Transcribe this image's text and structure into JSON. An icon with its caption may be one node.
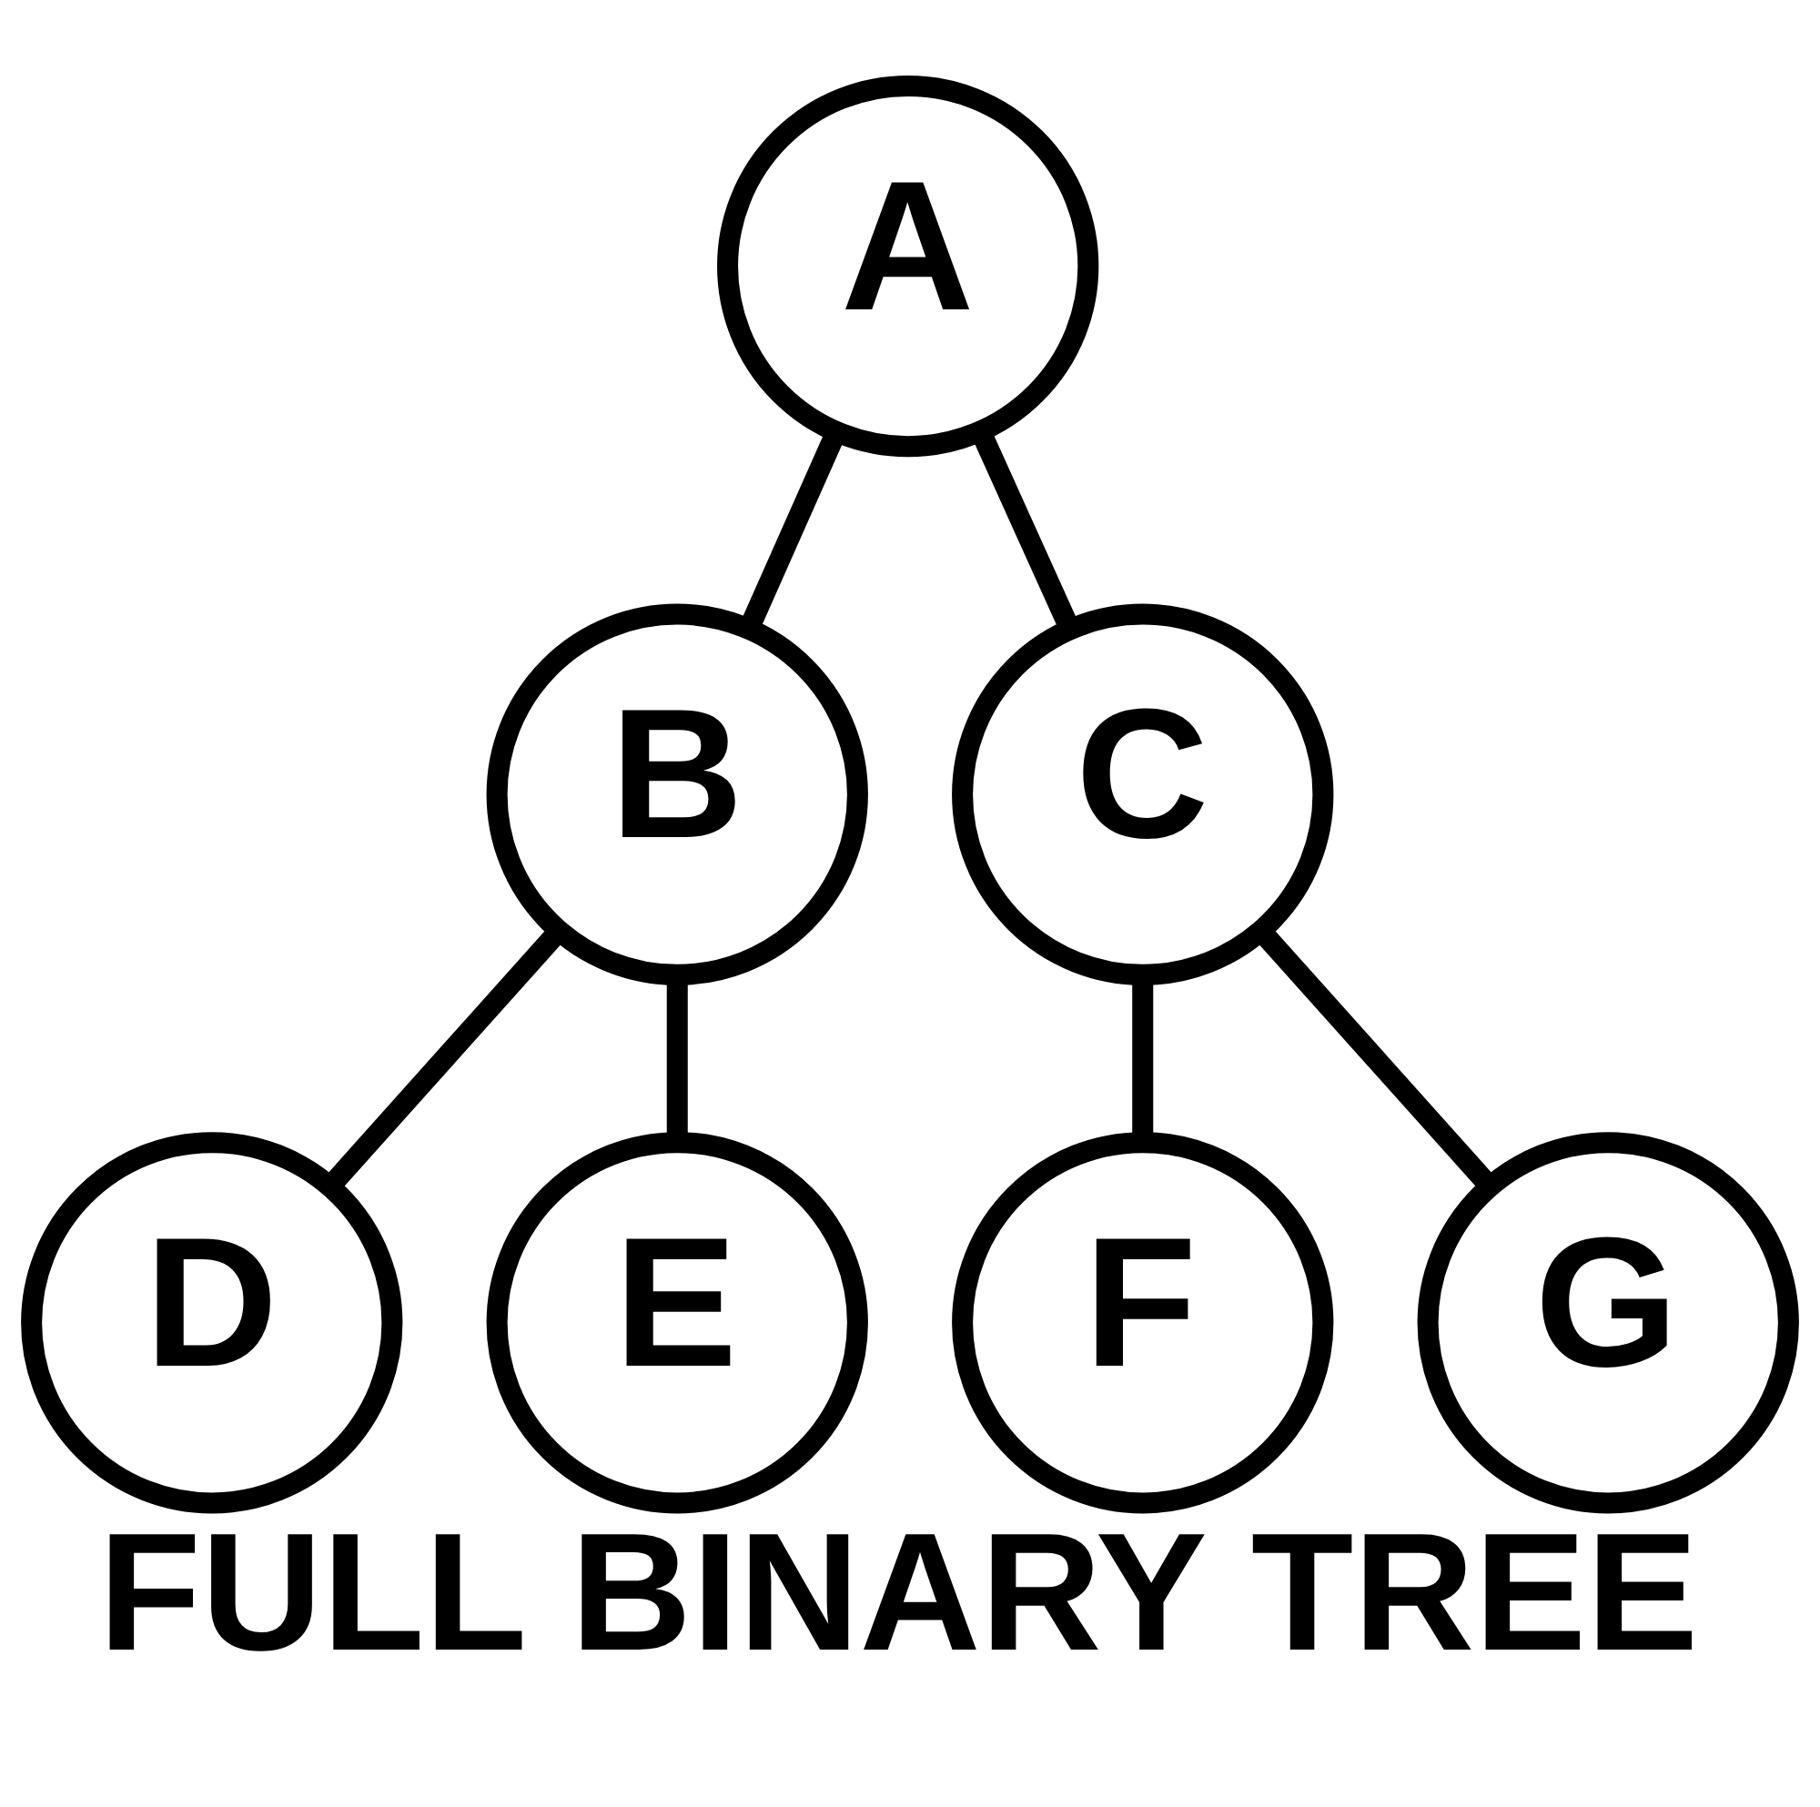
{
  "diagram": {
    "caption": "FULL BINARY TREE",
    "nodes": [
      {
        "text": [
          "A"
        ]
      },
      {
        "text": [
          "B"
        ]
      },
      {
        "text": [
          "C"
        ]
      },
      {
        "text": [
          "D"
        ]
      },
      {
        "text": [
          "E"
        ]
      },
      {
        "text": [
          "F"
        ]
      },
      {
        "text": [
          "G"
        ]
      }
    ],
    "edges": [
      {
        "from": 0,
        "to": 1,
        "arrow": "none"
      },
      {
        "from": 0,
        "to": 2,
        "arrow": "none"
      },
      {
        "from": 1,
        "to": 3,
        "arrow": "none"
      },
      {
        "from": 1,
        "to": 4,
        "arrow": "none"
      },
      {
        "from": 2,
        "to": 5,
        "arrow": "none"
      },
      {
        "from": 2,
        "to": 6,
        "arrow": "none"
      }
    ]
  }
}
